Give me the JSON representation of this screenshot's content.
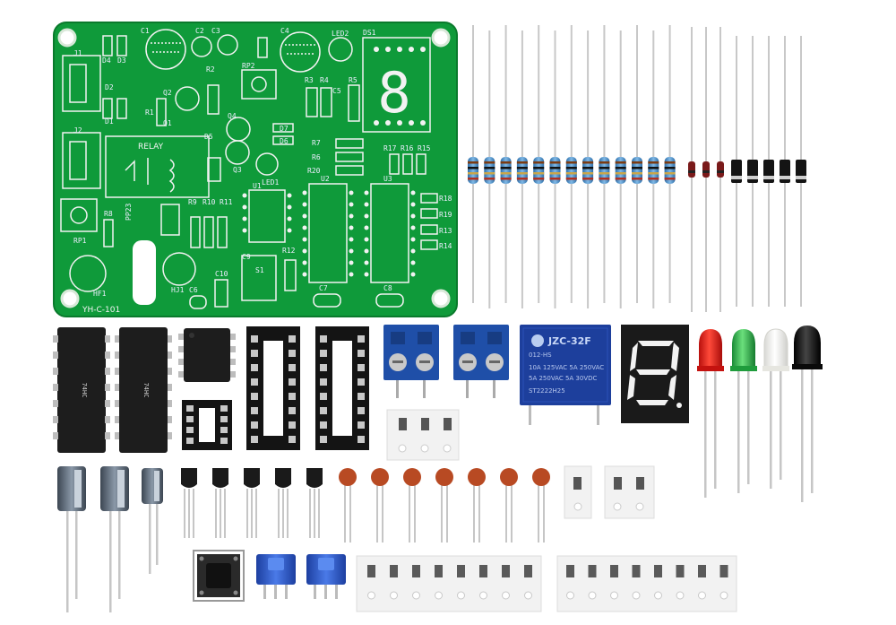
{
  "pcb": {
    "board_label": "YH-C-101",
    "relay_label": "RELAY",
    "silk_top": [
      "C1",
      "C2",
      "C3",
      "C4",
      "LED2",
      "DS1",
      "J1",
      "D4",
      "D3",
      "R2",
      "RP2",
      "R3",
      "R4",
      "R5",
      "C5",
      "D2",
      "D1",
      "R1",
      "Q2",
      "Q1"
    ],
    "silk_mid": [
      "J2",
      "Q4",
      "D5",
      "D7",
      "D6",
      "R7",
      "R6",
      "R20",
      "R17",
      "R16",
      "R15",
      "Q3",
      "LED1",
      "U1",
      "U2",
      "U3",
      "R18",
      "R19",
      "R13",
      "R14"
    ],
    "silk_low": [
      "RP1",
      "R8",
      "R9",
      "R10",
      "R11",
      "HF1",
      "HJ1",
      "C6",
      "C10",
      "C9",
      "S1",
      "R12",
      "C7",
      "C8",
      "PP23"
    ]
  },
  "relay": {
    "brand_line": "JZC-32F",
    "model_line": "012-HS",
    "rating_lines": [
      "10A 125VAC 5A 250VAC",
      "5A 250VAC 5A 30VDC",
      "ST2222H25"
    ]
  },
  "digit_display": {
    "glyph": "8"
  },
  "ic_markings": [
    "74HC",
    "74HC"
  ],
  "colors": {
    "pcb": "#0f9a3a",
    "pcb_dark": "#0a7a2c",
    "silkscreen": "#f2f2f2",
    "resistor_body": "#4a90c8",
    "diode_body": "#1a1a1a",
    "terminal_block": "#1f4fa8",
    "relay_body": "#1d3f9c",
    "capacitor_ceramic": "#b84a23",
    "led_red": "#e0201a",
    "led_green": "#2bb24a",
    "led_white": "#f4f4f0",
    "led_black": "#111111",
    "electrolytic": "#5b6a7a",
    "pot_blue": "#2a56c6"
  },
  "icons": [
    "pcb-board",
    "resistor",
    "diode",
    "ic-chip",
    "ic-socket",
    "screw-terminal",
    "relay",
    "seven-segment-display",
    "led",
    "electrolytic-capacitor",
    "transistor",
    "ceramic-capacitor",
    "smd-resistor-strip",
    "tactile-switch",
    "trimmer-potentiometer"
  ]
}
